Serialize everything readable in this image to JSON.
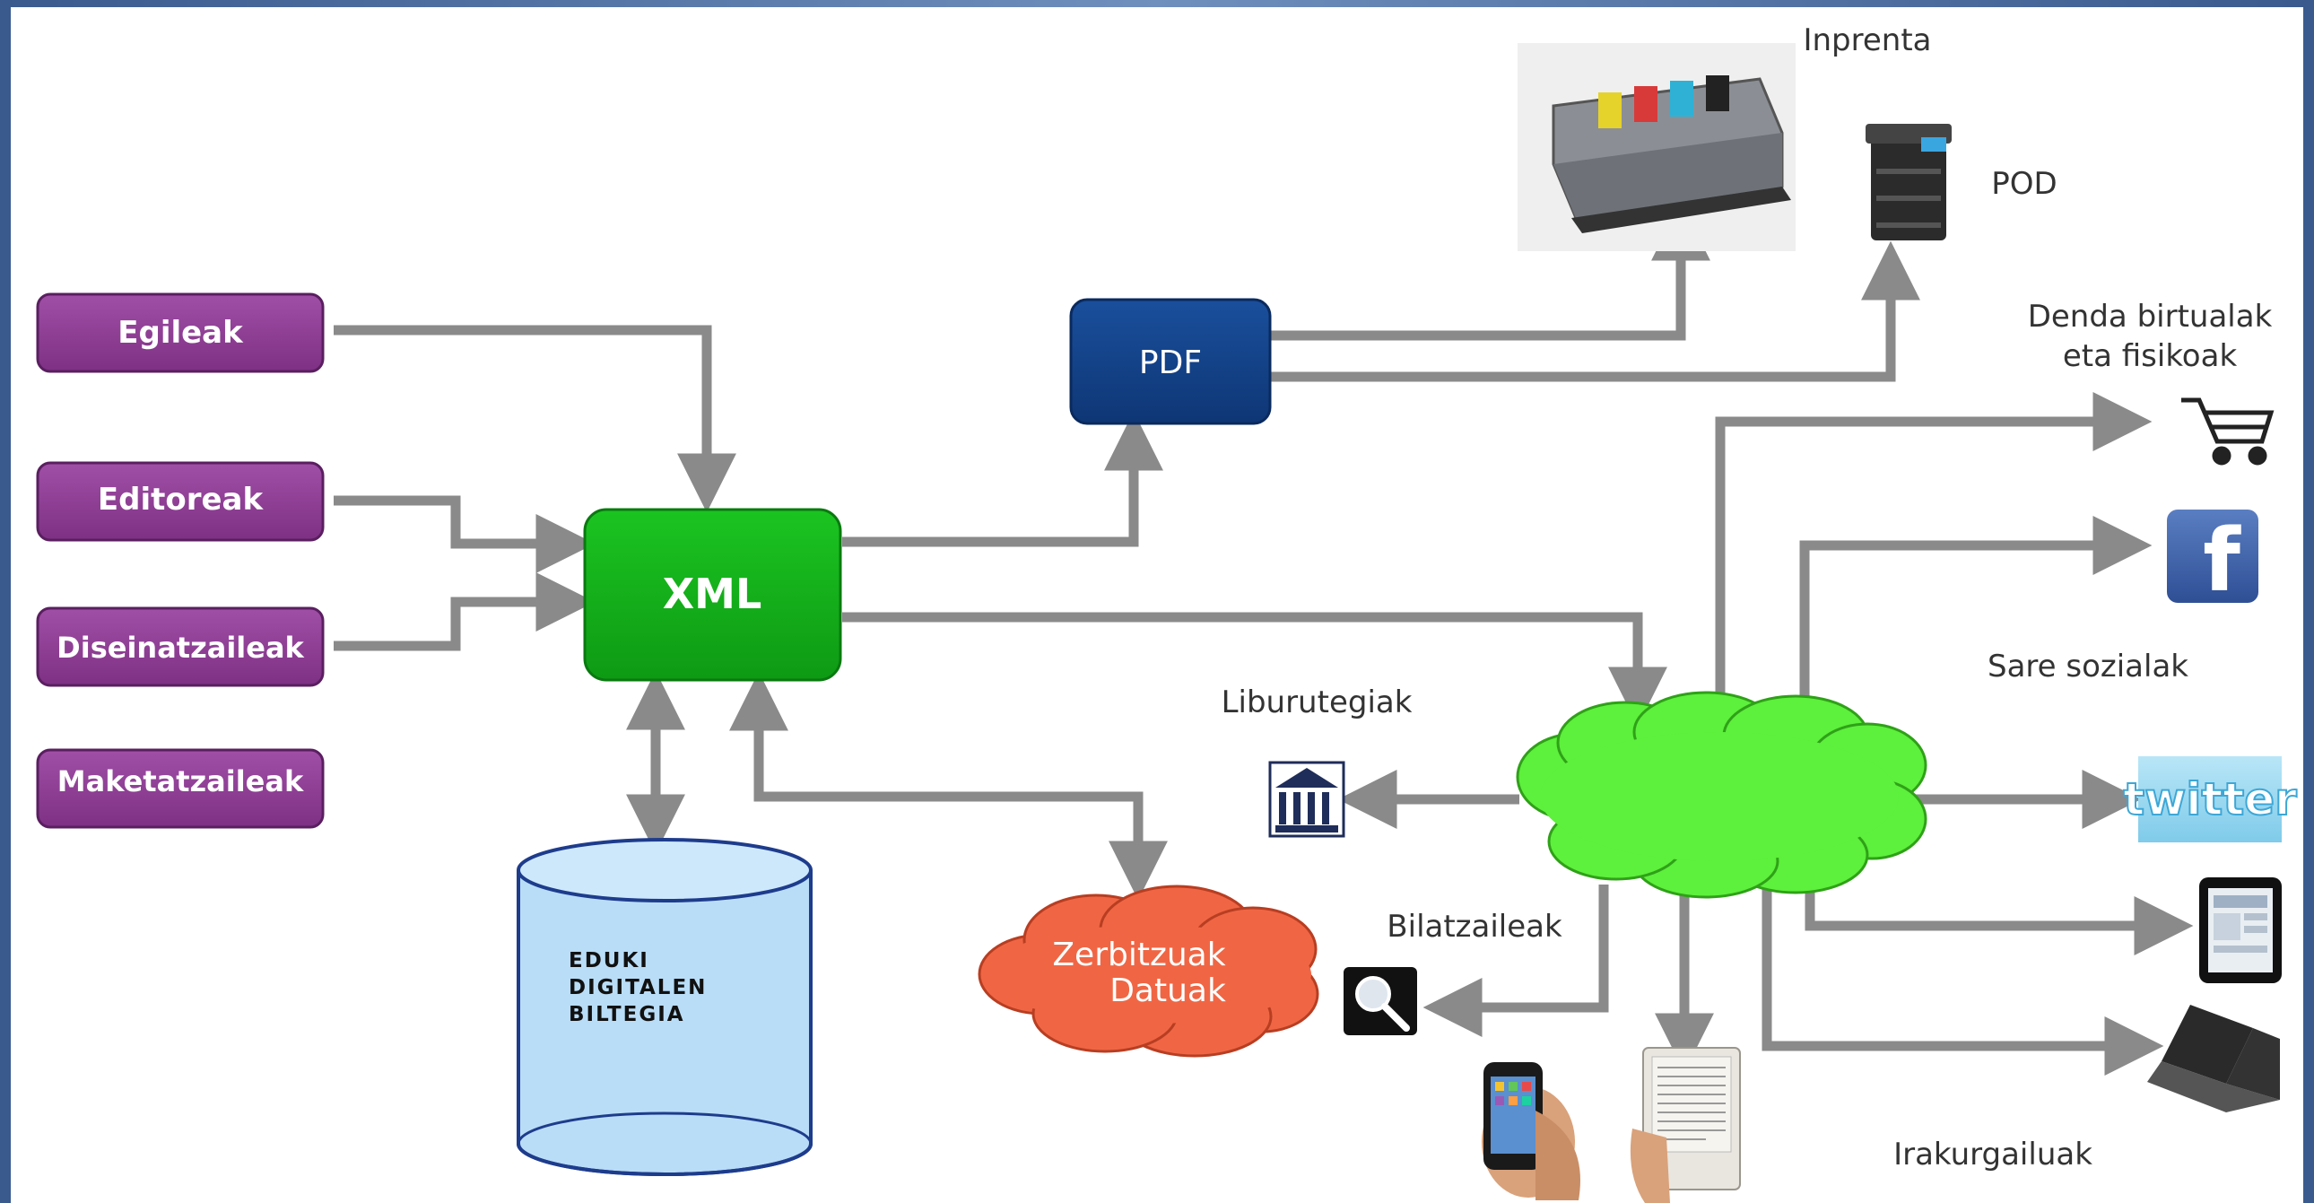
{
  "sources": [
    "Egileak",
    "Editoreak",
    "Diseinatzaileak",
    "Maketatzaileak"
  ],
  "xml_label": "XML",
  "pdf_label": "PDF",
  "repository_lines": [
    "EDUKI",
    "DIGITALEN",
    "BILTEGIA"
  ],
  "services_lines": [
    "Zerbitzuak",
    "Datuak"
  ],
  "outputs": {
    "print": "Inprenta",
    "pod": "POD",
    "stores": [
      "Denda birtualak",
      "eta fisikoak"
    ],
    "social": "Sare sozialak",
    "libraries": "Liburutegiak",
    "search": "Bilatzaileak",
    "readers": "Irakurgailuak",
    "twitter_logo": "twitter"
  },
  "icons": {
    "printing_press": "printing-press-icon",
    "pod": "pod-printer-icon",
    "cart": "shopping-cart-icon",
    "facebook": "facebook-icon",
    "twitter": "twitter-icon",
    "library": "library-icon",
    "search": "magnifier-icon",
    "tablet": "tablet-icon",
    "laptop": "laptop-icon",
    "phone": "smartphone-icon",
    "ereader": "ereader-icon"
  },
  "colors": {
    "source_box": "#8e3f94",
    "xml_box": "#12a81a",
    "pdf_box": "#123f86",
    "repository": "#b9ddf7",
    "services_cloud": "#f06644",
    "distribution_cloud": "#5df03c",
    "arrow": "#8a8a8a"
  }
}
